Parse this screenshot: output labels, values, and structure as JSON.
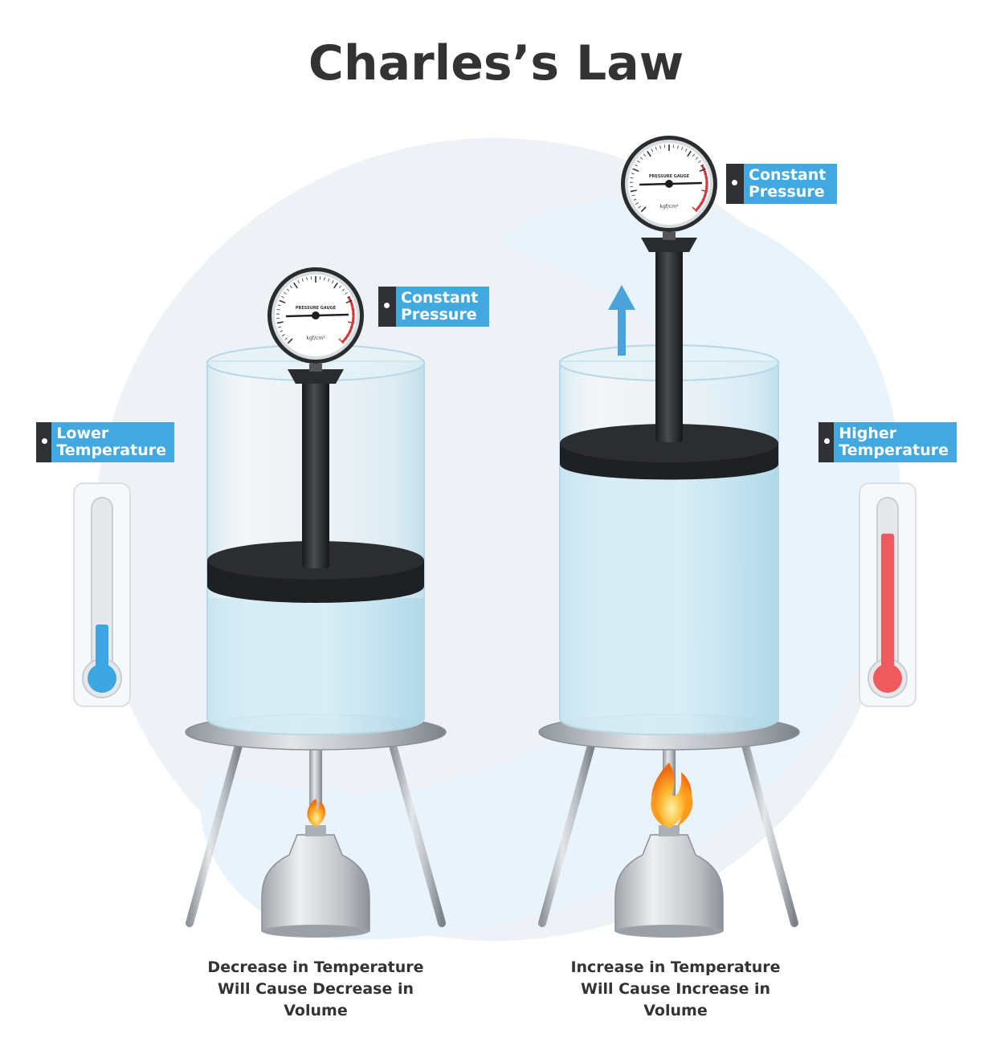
{
  "title": "Charles’s Law",
  "left": {
    "gauge_label": [
      "Constant",
      "Pressure"
    ],
    "temp_label": [
      "Lower",
      "Temperature"
    ],
    "caption": [
      "Decrease in Temperature",
      "Will Cause Decrease in",
      "Volume"
    ],
    "thermometer_color": "#3ea6e0",
    "thermometer_level": 0.33
  },
  "right": {
    "gauge_label": [
      "Constant",
      "Pressure"
    ],
    "temp_label": [
      "Higher",
      "Temperature"
    ],
    "caption": [
      "Increase in Temperature",
      "Will Cause Increase in",
      "Volume"
    ],
    "thermometer_color": "#ef5a5f",
    "thermometer_level": 0.85
  },
  "gauge": {
    "name": "PRESSURE GAUGE",
    "unit": "kgf/cm²"
  },
  "colors": {
    "label_blue": "#41a8e0",
    "label_dark": "#2f3135",
    "title": "#333333",
    "water": "#a9d9ee",
    "arrow": "#4ba3d9"
  }
}
